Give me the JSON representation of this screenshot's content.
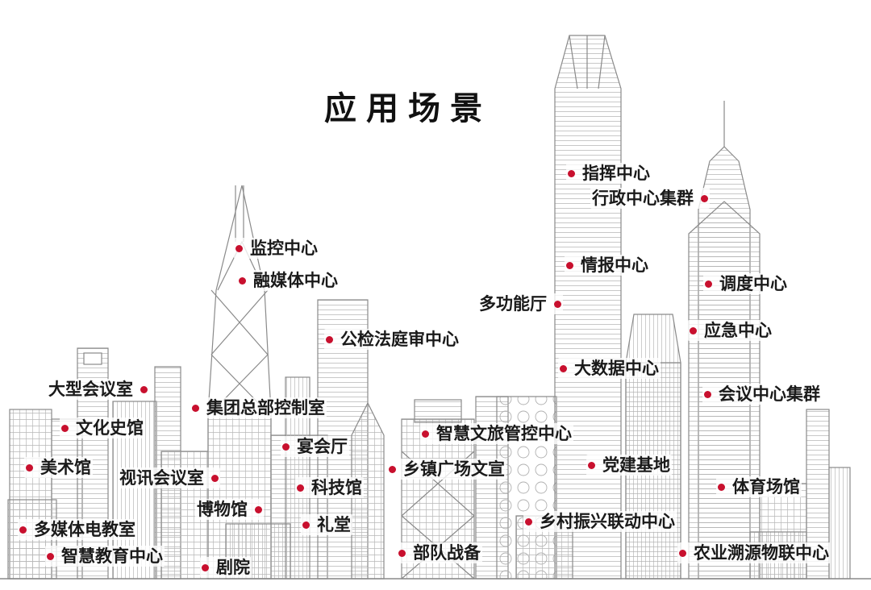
{
  "title": "应用场景",
  "colors": {
    "marker": "#c8102e",
    "line": "#8a8a8a",
    "text": "#1a1a1a"
  },
  "labels": {
    "zhihui_zhongxin": "指挥中心",
    "xingzheng_zhongxin_jiqun": "行政中心集群",
    "jiankong_zhongxin": "监控中心",
    "rongmeiti_zhongxin": "融媒体中心",
    "qingbao_zhongxin": "情报中心",
    "diaodu_zhongxin": "调度中心",
    "duogongneng_ting": "多功能厅",
    "yingji_zhongxin": "应急中心",
    "gongjianfa_tingshen_zhongxin": "公检法庭审中心",
    "dashuju_zhongxin": "大数据中心",
    "dadaxing_huiyishi": "大型会议室",
    "huiyi_zhongxin_jiqun": "会议中心集群",
    "jituan_zongbu_kongzhishi": "集团总部控制室",
    "wenhua_shiguan": "文化史馆",
    "zhihui_wenlv_guankong_zhongxin": "智慧文旅管控中心",
    "yanhui_ting": "宴会厅",
    "meishu_guan": "美术馆",
    "xiangzhen_guangchang_wenxuan": "乡镇广场文宣",
    "dangjian_jidi": "党建基地",
    "shixun_huiyishi": "视讯会议室",
    "keji_guan": "科技馆",
    "tiyu_changguan": "体育场馆",
    "bowu_guan": "博物馆",
    "xiangcun_zhenxing_liandong_zhongxin": "乡村振兴联动中心",
    "duomeiti_dianjiaoshi": "多媒体电教室",
    "litang": "礼堂",
    "zhihui_jiaoyu_zhongxin": "智慧教育中心",
    "budui_zhanbei": "部队战备",
    "nongye_suyuan_wulian_zhongxin": "农业溯源物联中心",
    "juyuan": "剧院"
  }
}
